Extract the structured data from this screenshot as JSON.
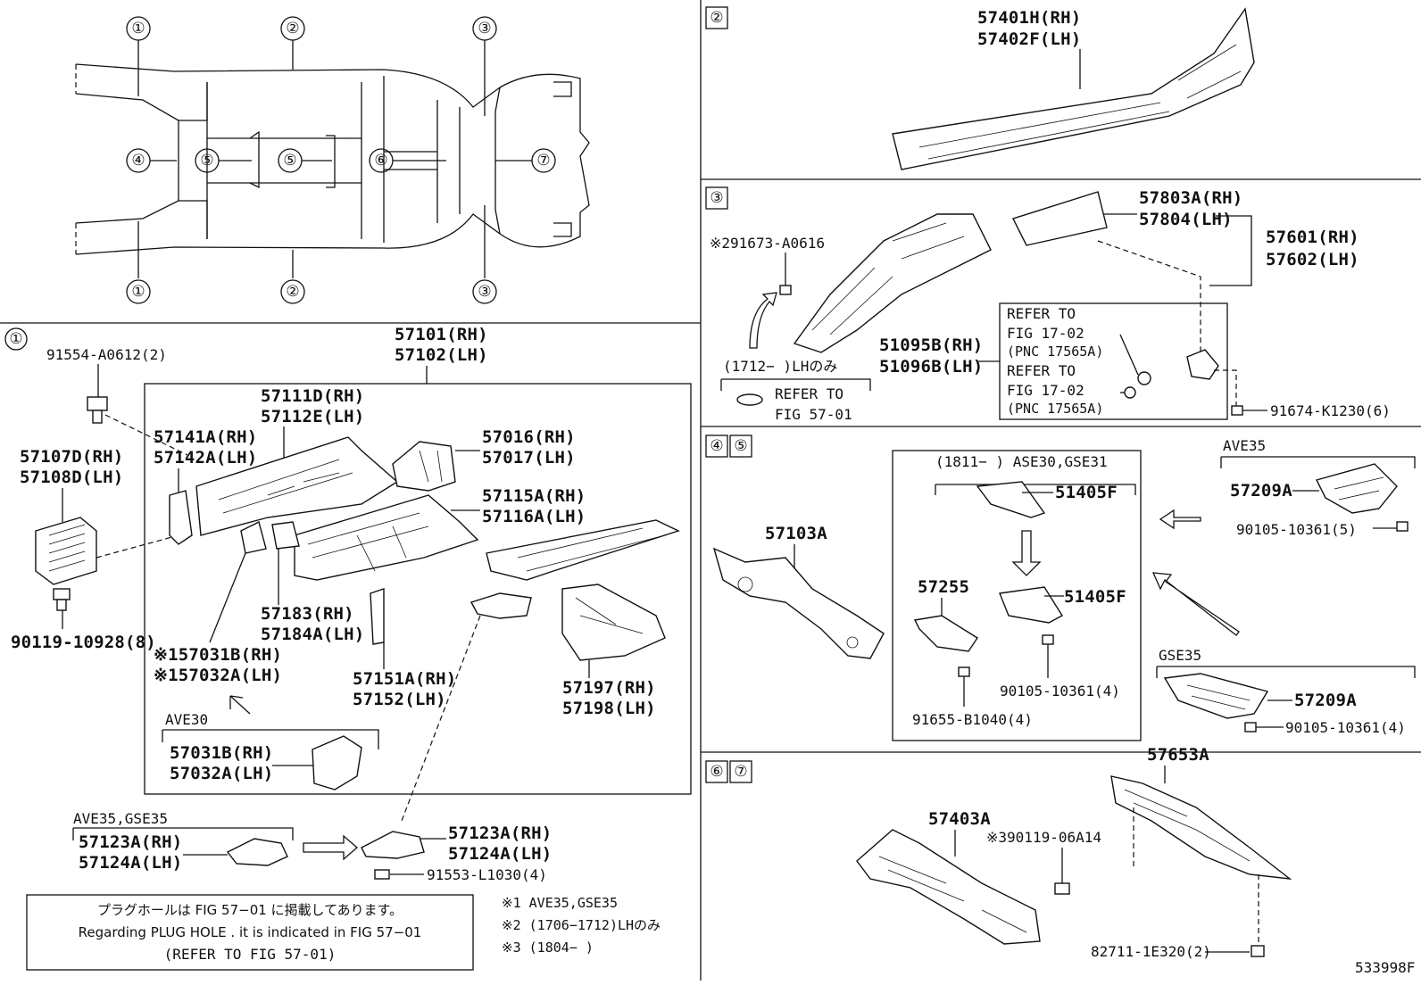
{
  "overview": {
    "callouts": [
      "①",
      "②",
      "③",
      "①",
      "②",
      "③",
      "④",
      "⑤",
      "⑤",
      "⑥",
      "⑦"
    ]
  },
  "s1": {
    "badge": "①",
    "p_57101": "57101(RH)",
    "p_57102": "57102(LH)",
    "p_91554": "91554-A0612(2)",
    "p_57107": "57107D(RH)",
    "p_57108": "57108D(LH)",
    "p_90119": "90119-10928(8)",
    "p_57141": "57141A(RH)",
    "p_57142": "57142A(LH)",
    "p_57111": "57111D(RH)",
    "p_57112": "57112E(LH)",
    "p_57016": "57016(RH)",
    "p_57017": "57017(LH)",
    "p_57115": "57115A(RH)",
    "p_57116": "57116A(LH)",
    "p_57183": "57183(RH)",
    "p_57184": "57184A(LH)",
    "p_57031b": "※157031B(RH)",
    "p_57032a": "※157032A(LH)",
    "p_57151": "57151A(RH)",
    "p_57152": "57152(LH)",
    "p_57197": "57197(RH)",
    "p_57198": "57198(LH)",
    "ave30": "AVE30",
    "p_57031b2": "57031B(RH)",
    "p_57032a2": "57032A(LH)",
    "ave35gse35": "AVE35,GSE35",
    "p_57123a": "57123A(RH)",
    "p_57124a": "57124A(LH)",
    "p_57123b": "57123A(RH)",
    "p_57124b": "57124A(LH)",
    "p_91553": "91553-L1030(4)",
    "note_jp": "プラグホールは FIG 57−01 に掲載してあります。",
    "note_en": "Regarding  PLUG  HOLE . it is indicated in FIG  57−01",
    "note_ref": "(REFER TO FIG 57-01)",
    "foot1": "※1 AVE35,GSE35",
    "foot2": "※2 (1706−1712)LHのみ",
    "foot3": "※3 (1804−       )"
  },
  "s2": {
    "badge": "②",
    "p_57401": "57401H(RH)",
    "p_57402": "57402F(LH)"
  },
  "s3": {
    "badge": "③",
    "p_57803": "57803A(RH)",
    "p_57804": "57804(LH)",
    "p_57601": "57601(RH)",
    "p_57602": "57602(LH)",
    "p_291673": "※291673-A0616",
    "p_51095": "51095B(RH)",
    "p_51096": "51096B(LH)",
    "range": "(1712−        )LHのみ",
    "refer1": "REFER TO",
    "refer1b": "FIG 57-01",
    "r1": "REFER TO",
    "r2": "FIG 17-02",
    "r3": "(PNC 17565A)",
    "r4": "REFER TO",
    "r5": "FIG 17-02",
    "r6": "(PNC 17565A)",
    "p_91674": "91674-K1230(6)"
  },
  "s45": {
    "badge1": "④",
    "badge2": "⑤",
    "p_57103": "57103A",
    "range": "(1811−        ) ASE30,GSE31",
    "p_51405a": "51405F",
    "p_51405b": "51405F",
    "p_57255": "57255",
    "p_90105a": "90105-10361(4)",
    "p_91655": "91655-B1040(4)",
    "ave35": "AVE35",
    "p_57209a": "57209A",
    "p_90105b": "90105-10361(5)",
    "gse35": "GSE35",
    "p_57209b": "57209A",
    "p_90105c": "90105-10361(4)"
  },
  "s67": {
    "badge1": "⑥",
    "badge2": "⑦",
    "p_57653": "57653A",
    "p_57403": "57403A",
    "p_90119": "※390119-06A14",
    "p_82711": "82711-1E320(2)"
  },
  "figure_id": "533998F"
}
